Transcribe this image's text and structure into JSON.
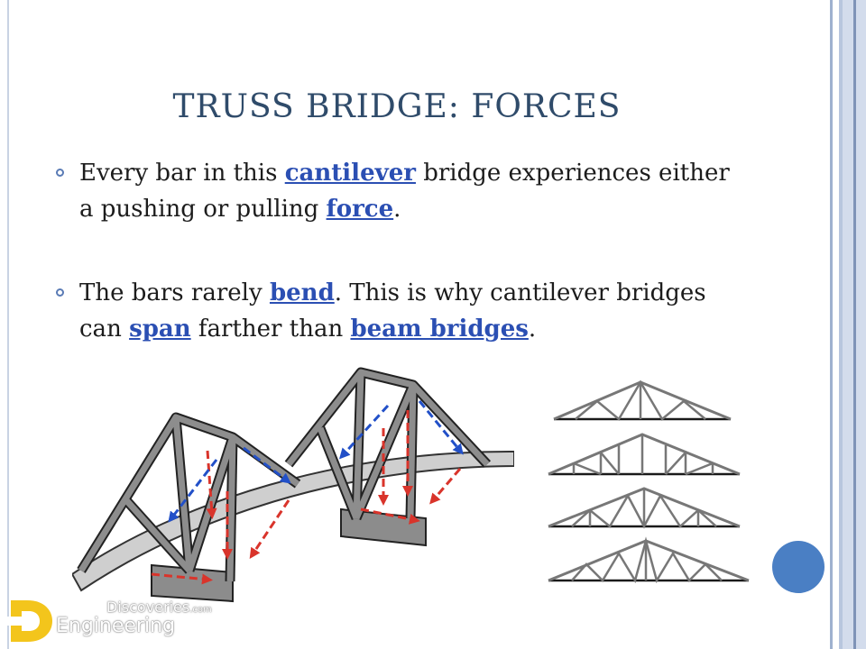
{
  "slide": {
    "title": "TRUSS BRIDGE: FORCES",
    "bullets": [
      {
        "pre1": "Every bar in this ",
        "link1": "cantilever",
        "mid1": " bridge experiences either a pushing or pulling ",
        "link2": "force",
        "post": "."
      },
      {
        "pre1": " The bars rarely ",
        "link1": "bend",
        "mid1": ". This is why cantilever bridges can ",
        "link2": "span",
        "mid2": " farther than ",
        "link3": "beam bridges",
        "post": "."
      }
    ]
  },
  "watermark": {
    "top": "Discoveries",
    "top_suffix": ".com",
    "bottom": "Engineering"
  },
  "colors": {
    "title": "#2f4b6a",
    "link": "#2b4fb3",
    "bullet_marker": "#5a7bb5",
    "tension_arrow": "#d9342b",
    "compression_arrow": "#2250c8",
    "page_circle": "#4a7fc4",
    "logo_yellow": "#f3c51c"
  },
  "icons": [
    "bullet-circle-icon",
    "logo-d-icon"
  ]
}
